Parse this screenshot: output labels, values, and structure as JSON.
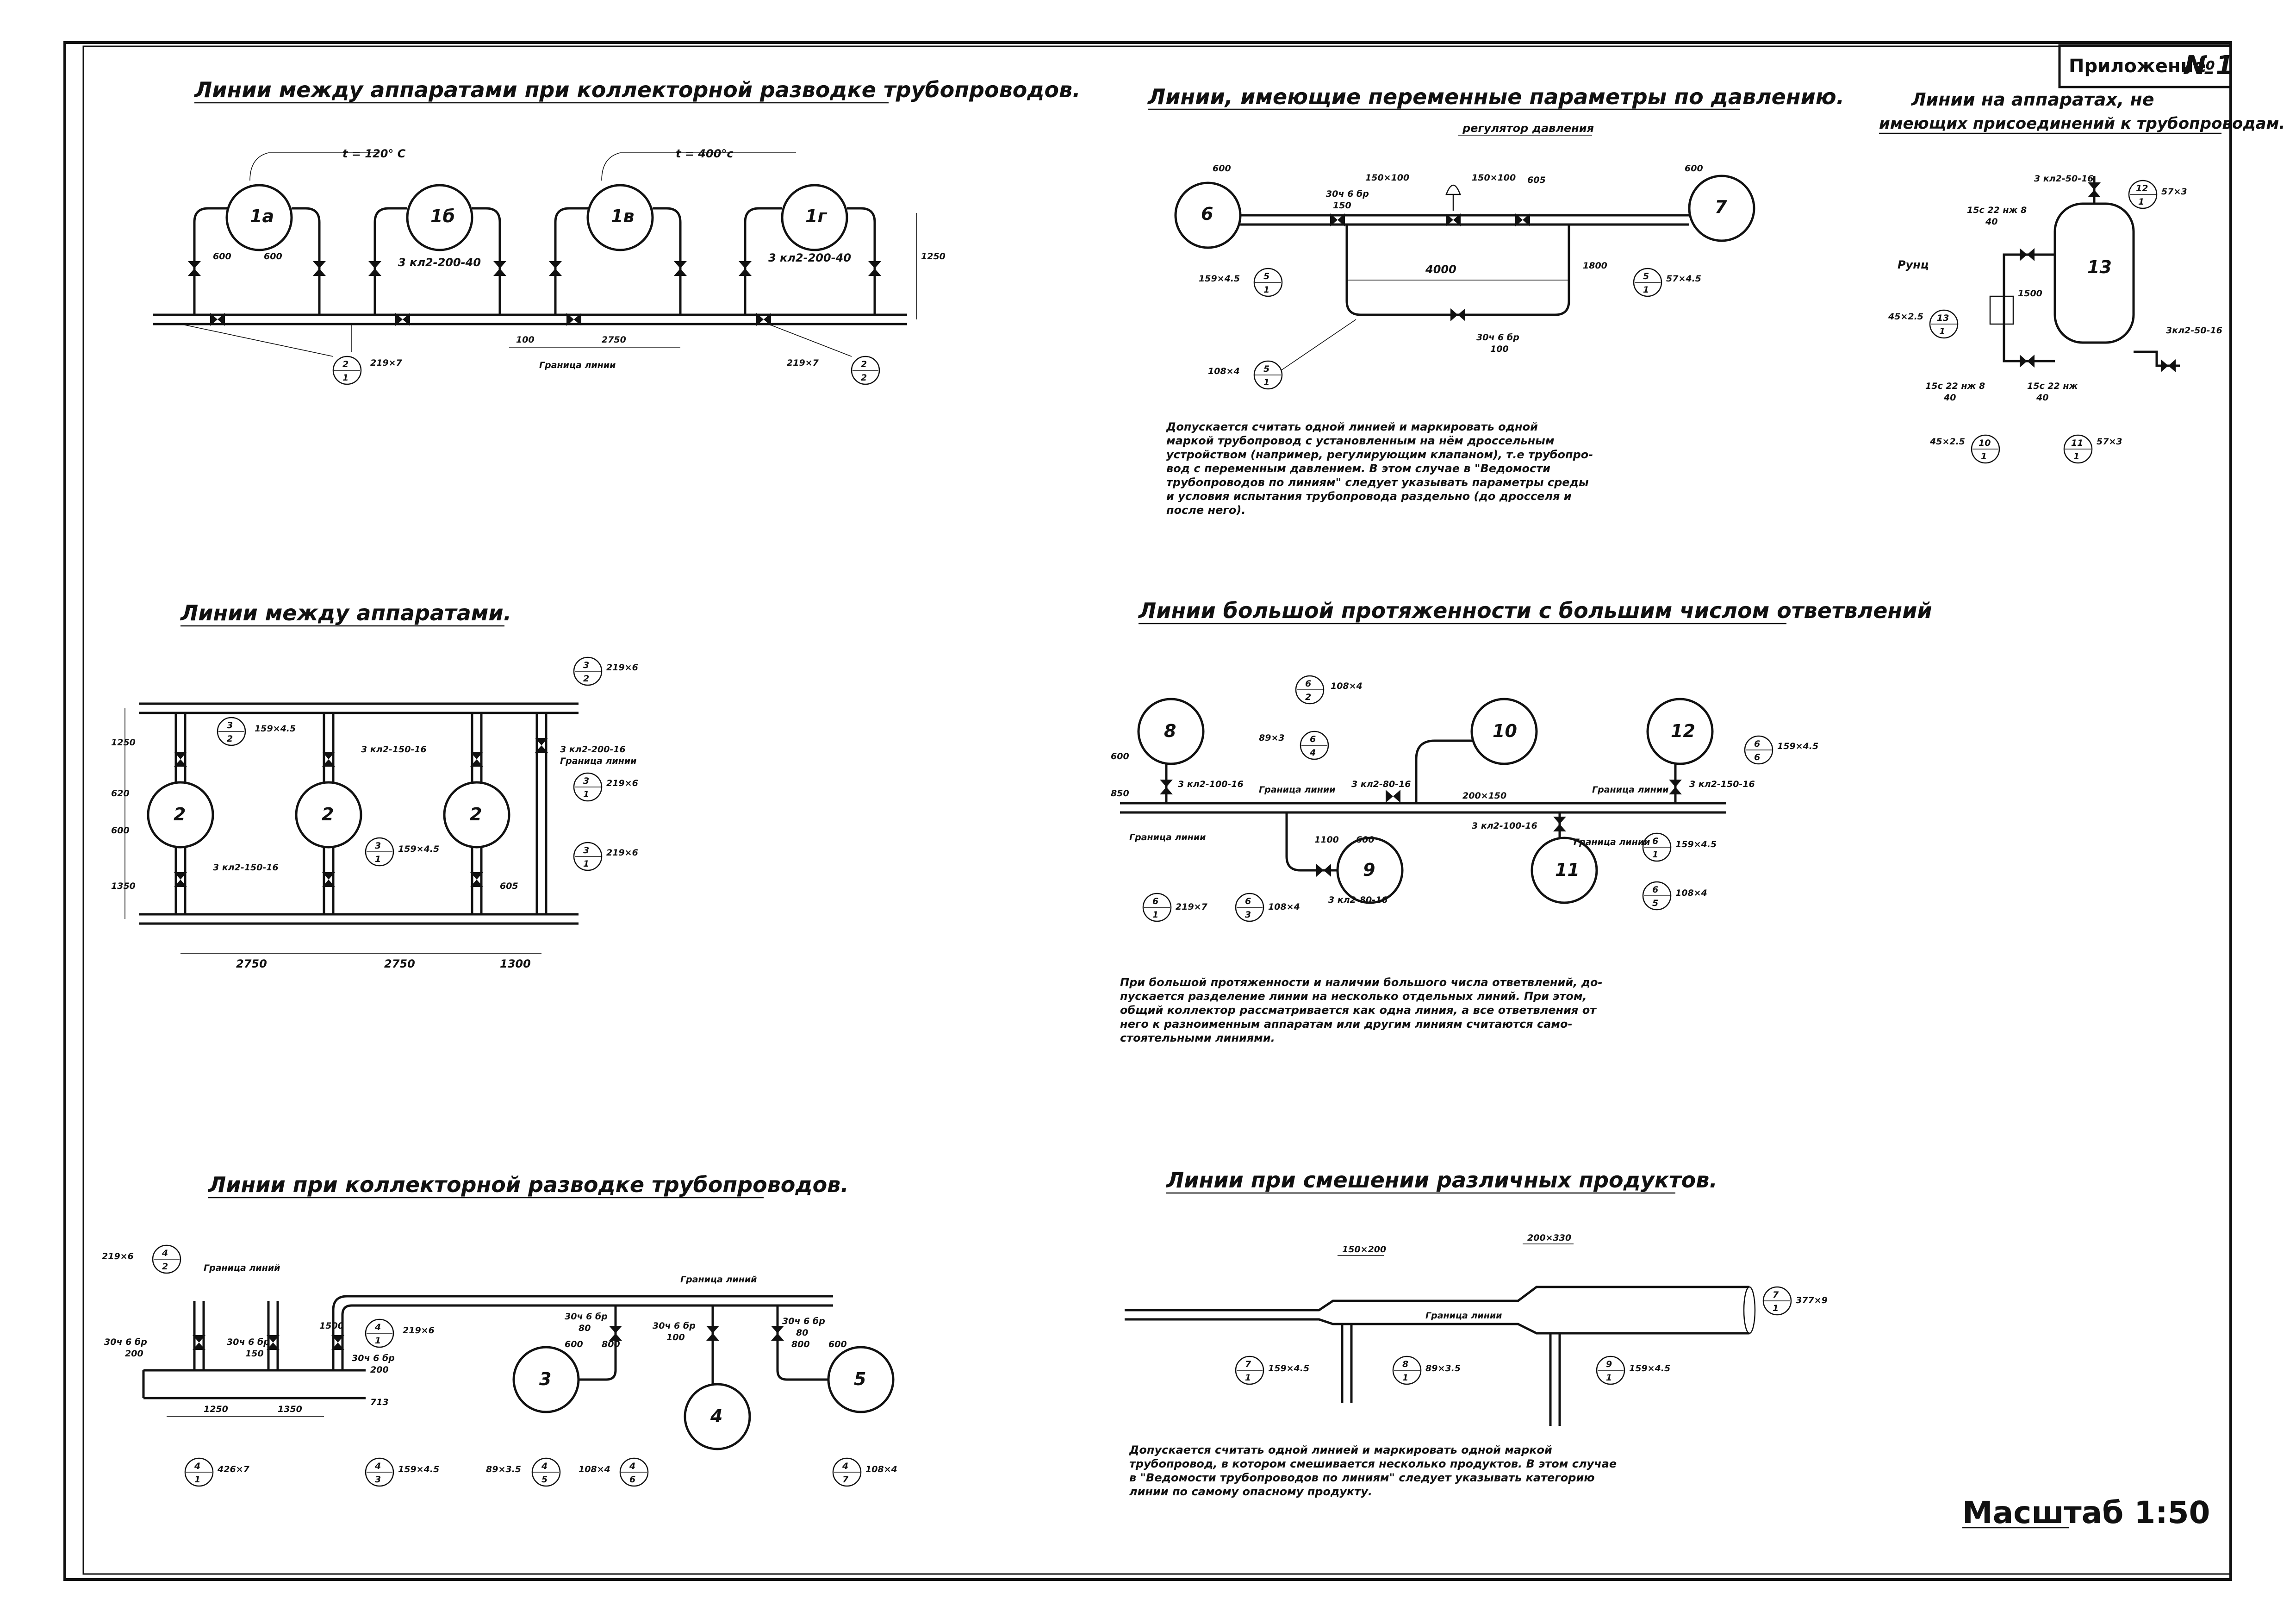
{
  "stamp": {
    "label": "Приложение",
    "number": "№1"
  },
  "scale": "Масштаб 1:50",
  "s1": {
    "title": "Линии между аппаратами при коллекторной разводке трубопроводов.",
    "temp_left": "t = 120° C",
    "temp_right": "t = 400°c",
    "apparatus": [
      "1а",
      "1б",
      "1в",
      "1г"
    ],
    "valve_left": "3 кл2-200-40",
    "valve_right": "3 кл2-200-40",
    "dim_600a": "600",
    "dim_600b": "600",
    "dim_1250": "1250",
    "dim_2750": "2750",
    "dim_100": "100",
    "boundary": "Граница линии",
    "tag_left_top": "2",
    "tag_left_bot": "1",
    "pipe_left": "219×7",
    "tag_right_top": "2",
    "tag_right_bot": "2",
    "pipe_right": "219×7"
  },
  "s2": {
    "title": "Линии, имеющие переменные параметры по давлению.",
    "regulator": "регулятор давления",
    "apparatus_left": "6",
    "apparatus_right": "7",
    "red1": "150×100",
    "red2": "150×100",
    "valve1": "30ч 6 бр",
    "valve1b": "150",
    "dim_600a": "600",
    "dim_600b": "600",
    "dim_4000": "4000",
    "dim_1800": "1800",
    "dim_605": "605",
    "tag_a_top": "5",
    "tag_a_bot": "1",
    "pipe_a": "159×4.5",
    "tag_b_top": "5",
    "tag_b_bot": "1",
    "pipe_b": "57×4.5",
    "tag_c_top": "5",
    "tag_c_bot": "1",
    "pipe_c": "108×4",
    "valve_bypass": "30ч 6 бр",
    "valve_bypass_b": "100",
    "note": [
      "Допускается считать одной линией и маркировать одной",
      "маркой трубопровод с установленным на нём дроссельным",
      "устройством (например, регулирующим клапаном), т.е трубопро-",
      "вод с переменным давлением. В этом случае в \"Ведомости",
      "трубопроводов по линиям\" следует указывать параметры среды",
      "и условия испытания трубопровода раздельно (до дросселя и",
      "после него)."
    ]
  },
  "s3": {
    "title": "Линии на аппаратах, не",
    "title2": "имеющих присоединений к трубопроводам.",
    "vessel": "13",
    "valve_top": "3 кл2-50-16",
    "valve_side": "3кл2-50-16",
    "rupture": "Рунц",
    "dim_1500": "1500",
    "v1": "15с 22 нж 8",
    "v1b": "40",
    "v2": "15с 22 нж 8",
    "v2b": "40",
    "v3": "15с 22 нж",
    "v3b": "40",
    "tag_a_top": "12",
    "tag_a_bot": "1",
    "pipe_a": "57×3",
    "tag_b_top": "13",
    "tag_b_bot": "1",
    "pipe_b": "45×2.5",
    "tag_c_top": "10",
    "tag_c_bot": "1",
    "pipe_c": "45×2.5",
    "tag_d_top": "11",
    "tag_d_bot": "1",
    "pipe_d": "57×3"
  },
  "s4": {
    "title": "Линии между аппаратами.",
    "apparatus": [
      "2",
      "2",
      "2"
    ],
    "valve_top": "3 кл2-150-16",
    "valve_bot": "3 кл2-150-16",
    "valve_right": "3 кл2-200-16",
    "boundary": "Граница линии",
    "dim_1250": "1250",
    "dim_600": "600",
    "dim_1350": "1350",
    "dim_620": "620",
    "dim_2750a": "2750",
    "dim_2750b": "2750",
    "dim_1300": "1300",
    "dim_605": "605",
    "tag_a_top": "3",
    "tag_a_bot": "2",
    "pipe_a": "219×6",
    "tag_b_top": "3",
    "tag_b_bot": "2",
    "pipe_b": "159×4.5",
    "tag_c_top": "3",
    "tag_c_bot": "1",
    "pipe_c": "219×6",
    "tag_d_top": "3",
    "tag_d_bot": "1",
    "pipe_d": "159×4.5",
    "tag_e_top": "3",
    "tag_e_bot": "1",
    "pipe_e": "219×6"
  },
  "s5": {
    "title": "Линии большой протяженности с большим числом ответвлений",
    "apparatus": [
      "8",
      "10",
      "12",
      "9",
      "11"
    ],
    "v1": "3 кл2-100-16",
    "v2": "3 кл2-80-16",
    "v3": "3 кл2-150-16",
    "v4": "3 кл2-100-16",
    "v5": "3 кл2-80-16",
    "boundary": "Граница линии",
    "reducer": "200×150",
    "dim_600a": "600",
    "dim_850": "850",
    "dim_1100": "1100",
    "dim_600b": "600",
    "tag_a_top": "6",
    "tag_a_bot": "2",
    "pipe_a": "108×4",
    "tag_b_top": "6",
    "tag_b_bot": "4",
    "pipe_b": "89×3",
    "tag_c_top": "6",
    "tag_c_bot": "6",
    "pipe_c": "159×4.5",
    "tag_d_top": "6",
    "tag_d_bot": "1",
    "pipe_d": "219×7",
    "tag_e_top": "6",
    "tag_e_bot": "3",
    "pipe_e": "108×4",
    "tag_f_top": "6",
    "tag_f_bot": "1",
    "pipe_f": "159×4.5",
    "tag_g_top": "6",
    "tag_g_bot": "5",
    "pipe_g": "108×4",
    "note": [
      "При большой протяженности и наличии большого числа ответвлений, до-",
      "пускается разделение линии на несколько отдельных линий. При этом,",
      "общий коллектор рассматривается как одна линия, а все ответвления от",
      "него к разноименным аппаратам или другим линиям считаются само-",
      "стоятельными линиями."
    ]
  },
  "s6": {
    "title": "Линии при коллекторной разводке трубопроводов.",
    "boundary1": "Граница линий",
    "boundary2": "Граница линий",
    "apparatus": [
      "3",
      "4",
      "5"
    ],
    "v1": "30ч 6 бр",
    "v1b": "200",
    "v2": "30ч 6 бр",
    "v2b": "150",
    "v3": "30ч 6 бр",
    "v3b": "200",
    "v4": "30ч 6 бр",
    "v4b": "80",
    "v5": "30ч 6 бр",
    "v5b": "100",
    "v6": "30ч 6 бр",
    "v6b": "80",
    "dim_1250": "1250",
    "dim_1350": "1350",
    "dim_1500": "1500",
    "dim_713": "713",
    "dim_600a": "600",
    "dim_800a": "800",
    "dim_800b": "800",
    "dim_600b": "600",
    "tag_a_top": "4",
    "tag_a_bot": "2",
    "pipe_a": "219×6",
    "tag_b_top": "4",
    "tag_b_bot": "1",
    "pipe_b": "219×6",
    "tag_c_top": "4",
    "tag_c_bot": "1",
    "pipe_c": "426×7",
    "tag_d_top": "4",
    "tag_d_bot": "3",
    "pipe_d": "159×4.5",
    "tag_e_top": "4",
    "tag_e_bot": "5",
    "pipe_e": "89×3.5",
    "tag_f_top": "4",
    "tag_f_bot": "6",
    "pipe_f": "108×4",
    "tag_g_top": "4",
    "tag_g_bot": "7",
    "pipe_g": "108×4"
  },
  "s7": {
    "title": "Линии при смешении различных продуктов.",
    "red1": "150×200",
    "red2": "200×330",
    "boundary": "Граница линии",
    "tag_a_top": "7",
    "tag_a_bot": "1",
    "pipe_a": "377×9",
    "tag_b_top": "7",
    "tag_b_bot": "1",
    "pipe_b": "159×4.5",
    "tag_c_top": "8",
    "tag_c_bot": "1",
    "pipe_c": "89×3.5",
    "tag_d_top": "9",
    "tag_d_bot": "1",
    "pipe_d": "159×4.5",
    "note": [
      "Допускается считать одной линией и маркировать одной маркой",
      "трубопровод, в котором смешивается несколько продуктов. В этом случае",
      "в \"Ведомости трубопроводов по линиям\" следует указывать категорию",
      "линии по самому опасному продукту."
    ]
  }
}
